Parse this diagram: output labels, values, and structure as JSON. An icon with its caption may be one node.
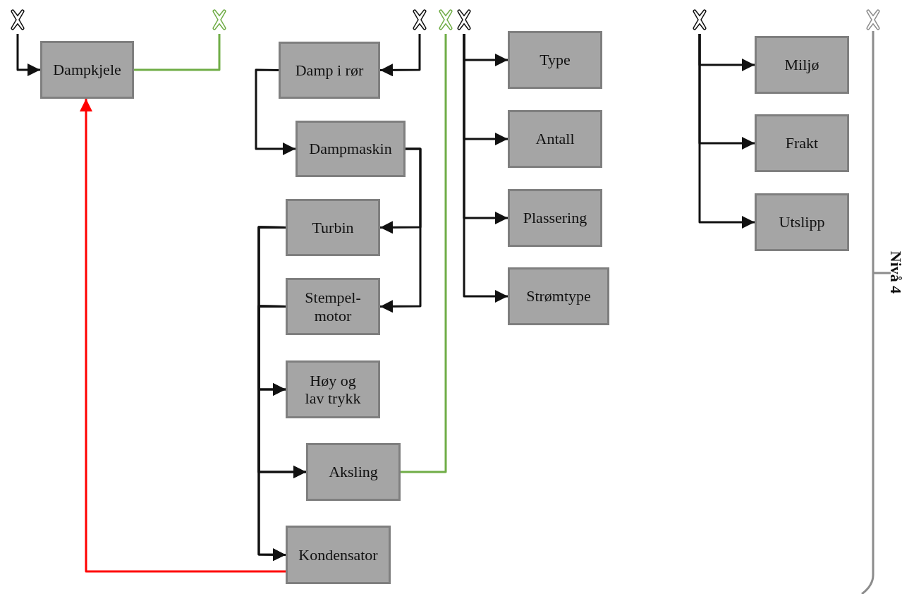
{
  "diagram": {
    "nodes": [
      {
        "text": [],
        "shape": "cross"
      },
      {
        "text": [
          "Dampkjele"
        ]
      },
      {
        "text": [],
        "shape": "cross"
      },
      {
        "text": [
          "Damp i rør"
        ]
      },
      {
        "text": [
          "Dampmaskin"
        ]
      },
      {
        "text": [
          "Turbin"
        ]
      },
      {
        "text": [
          "Stempel-motor"
        ]
      },
      {
        "text": [
          "Høy og lav trykk"
        ]
      },
      {
        "text": [
          "Aksling"
        ]
      },
      {
        "text": [
          "Kondensator"
        ]
      },
      {
        "text": [],
        "shape": "cross"
      },
      {
        "text": [],
        "shape": "cross"
      },
      {
        "text": [],
        "shape": "cross"
      },
      {
        "text": [
          "Type"
        ]
      },
      {
        "text": [
          "Antall"
        ]
      },
      {
        "text": [
          "Plassering"
        ]
      },
      {
        "text": [
          "Strømtype"
        ]
      },
      {
        "text": [],
        "shape": "cross"
      },
      {
        "text": [
          "Miljø"
        ]
      },
      {
        "text": [
          "Frakt"
        ]
      },
      {
        "text": [
          "Utslipp"
        ]
      },
      {
        "text": [],
        "shape": "cross"
      }
    ],
    "edges": [
      {
        "from": 0,
        "to": 1,
        "arrow": "to"
      },
      {
        "from": 1,
        "to": 2,
        "arrow": "none",
        "color": "#70ad47"
      },
      {
        "from": 9,
        "to": 1,
        "arrow": "to",
        "color": "#ff0000"
      },
      {
        "from": 10,
        "to": 3,
        "arrow": "to"
      },
      {
        "from": 3,
        "to": 4,
        "arrow": "to"
      },
      {
        "from": 4,
        "to": 5,
        "arrow": "to"
      },
      {
        "from": 4,
        "to": 6,
        "arrow": "to"
      },
      {
        "from": 5,
        "to": 7,
        "arrow": "to"
      },
      {
        "from": 5,
        "to": 8,
        "arrow": "to"
      },
      {
        "from": 5,
        "to": 9,
        "arrow": "to"
      },
      {
        "from": 6,
        "to": 7,
        "arrow": "to"
      },
      {
        "from": 6,
        "to": 8,
        "arrow": "to"
      },
      {
        "from": 6,
        "to": 9,
        "arrow": "to"
      },
      {
        "from": 8,
        "to": 11,
        "arrow": "none",
        "color": "#70ad47"
      },
      {
        "from": 12,
        "to": 13,
        "arrow": "to"
      },
      {
        "from": 12,
        "to": 14,
        "arrow": "to"
      },
      {
        "from": 12,
        "to": 15,
        "arrow": "to"
      },
      {
        "from": 12,
        "to": 16,
        "arrow": "to"
      },
      {
        "from": 17,
        "to": 18,
        "arrow": "to"
      },
      {
        "from": 17,
        "to": 19,
        "arrow": "to"
      },
      {
        "from": 17,
        "to": 20,
        "arrow": "to"
      }
    ],
    "labels": [
      "Nivå 4"
    ]
  }
}
